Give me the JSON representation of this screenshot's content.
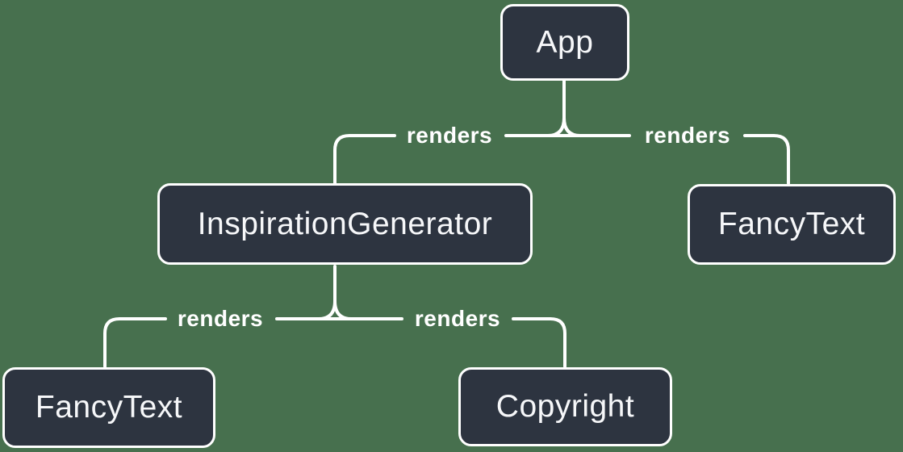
{
  "diagram": {
    "type": "tree",
    "colors": {
      "background": "#47704E",
      "node_fill": "#2D3440",
      "node_border": "#FFFFFF",
      "node_text": "#F6F7F9",
      "edge_line": "#FFFFFF",
      "edge_label_text": "#FFFFFF"
    },
    "nodes": [
      {
        "id": "app",
        "label": "App"
      },
      {
        "id": "inspiration-generator",
        "label": "InspirationGenerator"
      },
      {
        "id": "fancy-text-top-right",
        "label": "FancyText"
      },
      {
        "id": "fancy-text-bottom-left",
        "label": "FancyText"
      },
      {
        "id": "copyright",
        "label": "Copyright"
      }
    ],
    "edges": [
      {
        "from": "App",
        "to": "InspirationGenerator",
        "label": "renders"
      },
      {
        "from": "App",
        "to": "FancyText",
        "label": "renders"
      },
      {
        "from": "InspirationGenerator",
        "to": "FancyText",
        "label": "renders"
      },
      {
        "from": "InspirationGenerator",
        "to": "Copyright",
        "label": "renders"
      }
    ]
  }
}
